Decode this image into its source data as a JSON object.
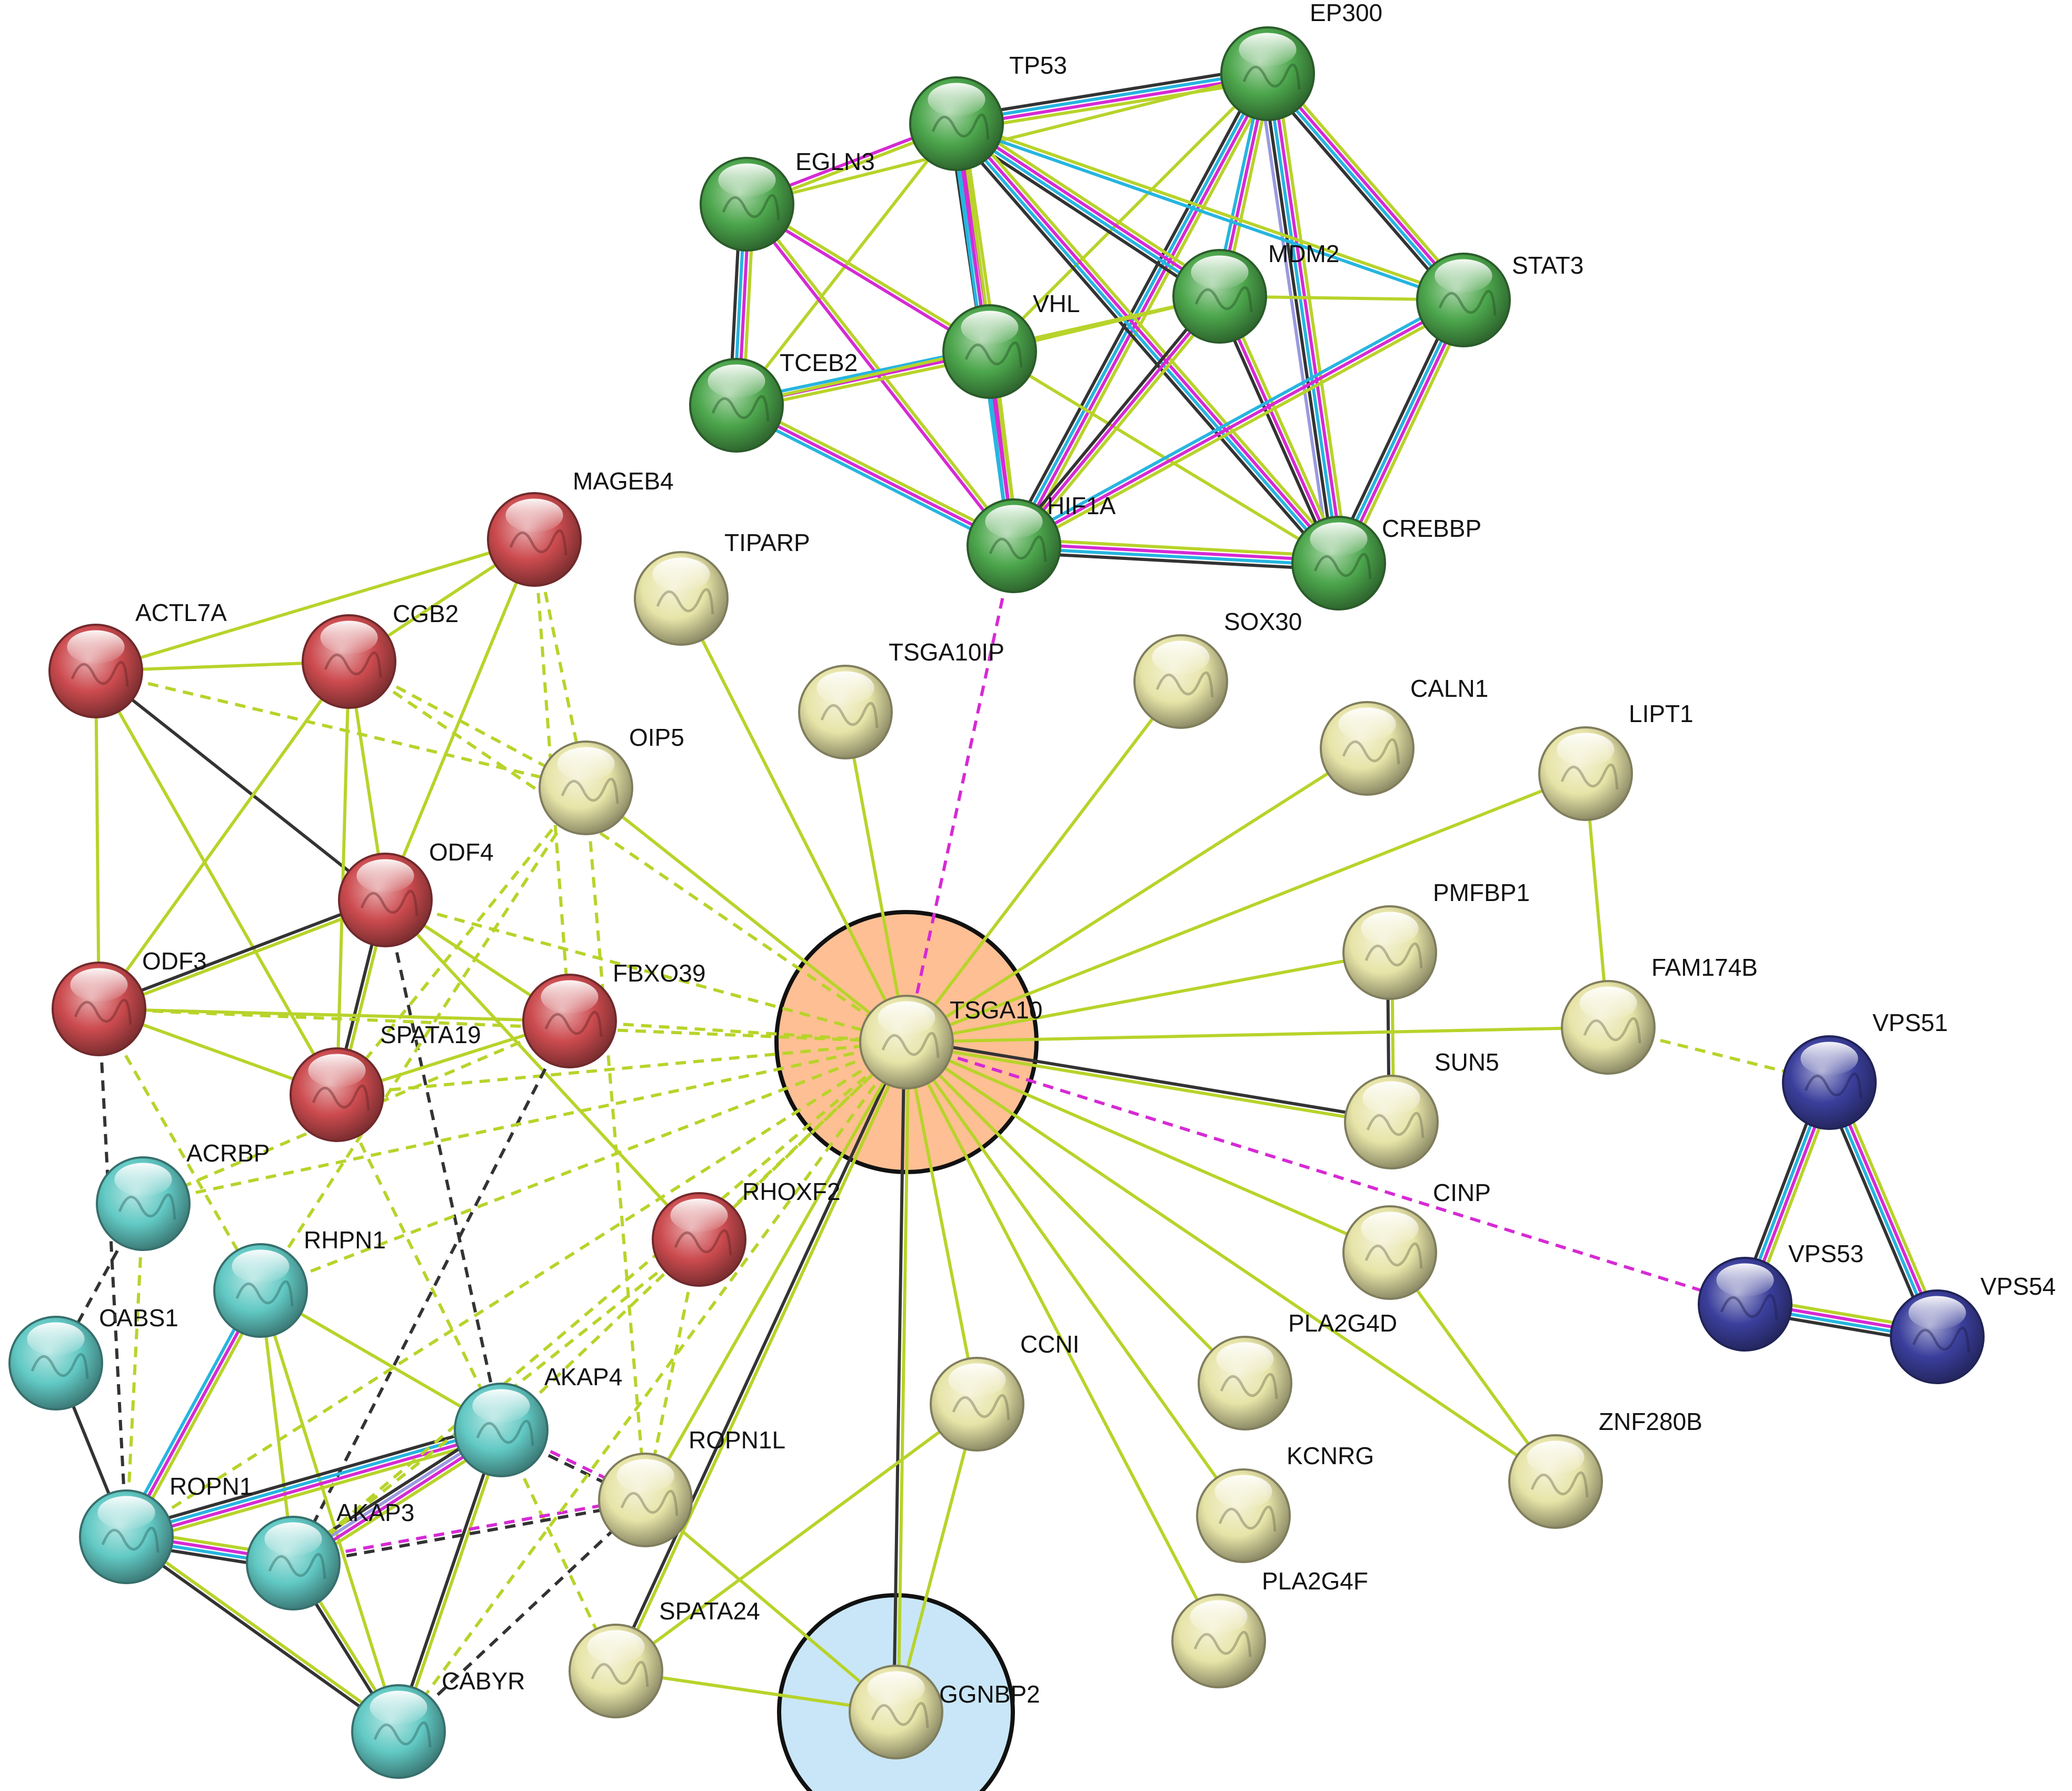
{
  "colors": {
    "green": "#4ca64c",
    "red": "#cc4b4f",
    "cyan": "#62c9c4",
    "yellow": "#e7e4a8",
    "navy": "#3b3f9c",
    "halo_orange": "#ffbf94",
    "halo_blue": "#c8e6f7",
    "edge_textmining": "#b8d32a",
    "edge_experimental": "#d62ad4",
    "edge_database": "#26b5e0",
    "edge_coexpression": "#333333",
    "edge_homology": "#9a9ae0"
  },
  "nodes": [
    {
      "id": "EP300",
      "label": "EP300",
      "color": "green"
    },
    {
      "id": "TP53",
      "label": "TP53",
      "color": "green"
    },
    {
      "id": "EGLN3",
      "label": "EGLN3",
      "color": "green"
    },
    {
      "id": "MDM2",
      "label": "MDM2",
      "color": "green"
    },
    {
      "id": "STAT3",
      "label": "STAT3",
      "color": "green"
    },
    {
      "id": "VHL",
      "label": "VHL",
      "color": "green"
    },
    {
      "id": "TCEB2",
      "label": "TCEB2",
      "color": "green"
    },
    {
      "id": "HIF1A",
      "label": "HIF1A",
      "color": "green"
    },
    {
      "id": "CREBBP",
      "label": "CREBBP",
      "color": "green"
    },
    {
      "id": "MAGEB4",
      "label": "MAGEB4",
      "color": "red"
    },
    {
      "id": "ACTL7A",
      "label": "ACTL7A",
      "color": "red"
    },
    {
      "id": "CGB2",
      "label": "CGB2",
      "color": "red"
    },
    {
      "id": "ODF4",
      "label": "ODF4",
      "color": "red"
    },
    {
      "id": "ODF3",
      "label": "ODF3",
      "color": "red"
    },
    {
      "id": "FBXO39",
      "label": "FBXO39",
      "color": "red"
    },
    {
      "id": "SPATA19",
      "label": "SPATA19",
      "color": "red"
    },
    {
      "id": "RHOXF2",
      "label": "RHOXF2",
      "color": "red"
    },
    {
      "id": "ACRBP",
      "label": "ACRBP",
      "color": "cyan"
    },
    {
      "id": "RHPN1",
      "label": "RHPN1",
      "color": "cyan"
    },
    {
      "id": "CABS1",
      "label": "CABS1",
      "color": "cyan"
    },
    {
      "id": "AKAP4",
      "label": "AKAP4",
      "color": "cyan"
    },
    {
      "id": "ROPN1",
      "label": "ROPN1",
      "color": "cyan"
    },
    {
      "id": "AKAP3",
      "label": "AKAP3",
      "color": "cyan"
    },
    {
      "id": "CABYR",
      "label": "CABYR",
      "color": "cyan"
    },
    {
      "id": "TIPARP",
      "label": "TIPARP",
      "color": "yellow"
    },
    {
      "id": "TSGA10IP",
      "label": "TSGA10IP",
      "color": "yellow"
    },
    {
      "id": "OIP5",
      "label": "OIP5",
      "color": "yellow"
    },
    {
      "id": "SOX30",
      "label": "SOX30",
      "color": "yellow"
    },
    {
      "id": "CALN1",
      "label": "CALN1",
      "color": "yellow"
    },
    {
      "id": "LIPT1",
      "label": "LIPT1",
      "color": "yellow"
    },
    {
      "id": "PMFBP1",
      "label": "PMFBP1",
      "color": "yellow"
    },
    {
      "id": "FAM174B",
      "label": "FAM174B",
      "color": "yellow"
    },
    {
      "id": "TSGA10",
      "label": "TSGA10",
      "color": "yellow",
      "halo": "orange"
    },
    {
      "id": "SUN5",
      "label": "SUN5",
      "color": "yellow"
    },
    {
      "id": "CINP",
      "label": "CINP",
      "color": "yellow"
    },
    {
      "id": "CCNI",
      "label": "CCNI",
      "color": "yellow"
    },
    {
      "id": "PLA2G4D",
      "label": "PLA2G4D",
      "color": "yellow"
    },
    {
      "id": "ROPN1L",
      "label": "ROPN1L",
      "color": "yellow"
    },
    {
      "id": "KCNRG",
      "label": "KCNRG",
      "color": "yellow"
    },
    {
      "id": "ZNF280B",
      "label": "ZNF280B",
      "color": "yellow"
    },
    {
      "id": "PLA2G4F",
      "label": "PLA2G4F",
      "color": "yellow"
    },
    {
      "id": "SPATA24",
      "label": "SPATA24",
      "color": "yellow"
    },
    {
      "id": "GGNBP2",
      "label": "GGNBP2",
      "color": "yellow",
      "halo": "blue"
    },
    {
      "id": "VPS51",
      "label": "VPS51",
      "color": "navy"
    },
    {
      "id": "VPS53",
      "label": "VPS53",
      "color": "navy"
    },
    {
      "id": "VPS54",
      "label": "VPS54",
      "color": "navy"
    }
  ],
  "edges": [
    {
      "s": "EP300",
      "t": "TP53",
      "types": [
        "textmining",
        "experimental",
        "database",
        "coexpression"
      ]
    },
    {
      "s": "EP300",
      "t": "STAT3",
      "types": [
        "textmining",
        "experimental",
        "database",
        "coexpression"
      ]
    },
    {
      "s": "EP300",
      "t": "CREBBP",
      "types": [
        "textmining",
        "experimental",
        "database",
        "coexpression",
        "homology"
      ]
    },
    {
      "s": "EP300",
      "t": "HIF1A",
      "types": [
        "textmining",
        "experimental",
        "database",
        "coexpression"
      ]
    },
    {
      "s": "EP300",
      "t": "MDM2",
      "types": [
        "textmining",
        "experimental",
        "database"
      ]
    },
    {
      "s": "EP300",
      "t": "VHL",
      "types": [
        "textmining"
      ]
    },
    {
      "s": "EP300",
      "t": "EGLN3",
      "types": [
        "textmining"
      ]
    },
    {
      "s": "TP53",
      "t": "EGLN3",
      "types": [
        "textmining",
        "experimental"
      ]
    },
    {
      "s": "TP53",
      "t": "VHL",
      "types": [
        "textmining",
        "experimental",
        "database",
        "coexpression"
      ]
    },
    {
      "s": "TP53",
      "t": "MDM2",
      "types": [
        "textmining",
        "experimental",
        "database",
        "coexpression"
      ]
    },
    {
      "s": "TP53",
      "t": "HIF1A",
      "types": [
        "textmining",
        "experimental",
        "database"
      ]
    },
    {
      "s": "TP53",
      "t": "CREBBP",
      "types": [
        "textmining",
        "experimental",
        "database",
        "coexpression"
      ]
    },
    {
      "s": "TP53",
      "t": "STAT3",
      "types": [
        "textmining",
        "database"
      ]
    },
    {
      "s": "TP53",
      "t": "TCEB2",
      "types": [
        "textmining"
      ]
    },
    {
      "s": "EGLN3",
      "t": "VHL",
      "types": [
        "textmining",
        "experimental"
      ]
    },
    {
      "s": "EGLN3",
      "t": "TCEB2",
      "types": [
        "textmining",
        "experimental",
        "database",
        "coexpression"
      ]
    },
    {
      "s": "EGLN3",
      "t": "HIF1A",
      "types": [
        "textmining",
        "experimental"
      ]
    },
    {
      "s": "VHL",
      "t": "TCEB2",
      "types": [
        "textmining",
        "experimental",
        "database"
      ]
    },
    {
      "s": "VHL",
      "t": "HIF1A",
      "types": [
        "textmining",
        "experimental",
        "database"
      ]
    },
    {
      "s": "VHL",
      "t": "MDM2",
      "types": [
        "textmining"
      ]
    },
    {
      "s": "VHL",
      "t": "CREBBP",
      "types": [
        "textmining"
      ]
    },
    {
      "s": "TCEB2",
      "t": "HIF1A",
      "types": [
        "textmining",
        "experimental",
        "database"
      ]
    },
    {
      "s": "TCEB2",
      "t": "MDM2",
      "types": [
        "textmining"
      ]
    },
    {
      "s": "MDM2",
      "t": "HIF1A",
      "types": [
        "textmining",
        "experimental",
        "coexpression"
      ]
    },
    {
      "s": "MDM2",
      "t": "CREBBP",
      "types": [
        "textmining",
        "experimental",
        "coexpression"
      ]
    },
    {
      "s": "MDM2",
      "t": "STAT3",
      "types": [
        "textmining"
      ]
    },
    {
      "s": "STAT3",
      "t": "HIF1A",
      "types": [
        "textmining",
        "experimental",
        "database"
      ]
    },
    {
      "s": "STAT3",
      "t": "CREBBP",
      "types": [
        "textmining",
        "experimental",
        "database",
        "coexpression"
      ]
    },
    {
      "s": "HIF1A",
      "t": "CREBBP",
      "types": [
        "textmining",
        "experimental",
        "database",
        "coexpression"
      ]
    },
    {
      "s": "HIF1A",
      "t": "TSGA10",
      "types": [
        "experimental"
      ],
      "dashed": true
    },
    {
      "s": "MAGEB4",
      "t": "CGB2",
      "types": [
        "textmining"
      ]
    },
    {
      "s": "MAGEB4",
      "t": "ODF4",
      "types": [
        "textmining"
      ]
    },
    {
      "s": "MAGEB4",
      "t": "OIP5",
      "types": [
        "textmining"
      ],
      "dashed": true
    },
    {
      "s": "MAGEB4",
      "t": "FBXO39",
      "types": [
        "textmining"
      ],
      "dashed": true
    },
    {
      "s": "ACTL7A",
      "t": "CGB2",
      "types": [
        "textmining"
      ]
    },
    {
      "s": "ACTL7A",
      "t": "MAGEB4",
      "types": [
        "textmining"
      ]
    },
    {
      "s": "ACTL7A",
      "t": "ODF4",
      "types": [
        "coexpression"
      ]
    },
    {
      "s": "ACTL7A",
      "t": "ODF3",
      "types": [
        "textmining"
      ]
    },
    {
      "s": "ACTL7A",
      "t": "SPATA19",
      "types": [
        "textmining"
      ]
    },
    {
      "s": "ACTL7A",
      "t": "OIP5",
      "types": [
        "textmining"
      ],
      "dashed": true
    },
    {
      "s": "CGB2",
      "t": "ODF4",
      "types": [
        "textmining"
      ]
    },
    {
      "s": "CGB2",
      "t": "ODF3",
      "types": [
        "textmining"
      ]
    },
    {
      "s": "CGB2",
      "t": "SPATA19",
      "types": [
        "textmining"
      ]
    },
    {
      "s": "CGB2",
      "t": "OIP5",
      "types": [
        "textmining"
      ],
      "dashed": true
    },
    {
      "s": "CGB2",
      "t": "TSGA10",
      "types": [
        "textmining"
      ],
      "dashed": true
    },
    {
      "s": "ODF4",
      "t": "ODF3",
      "types": [
        "textmining",
        "coexpression"
      ]
    },
    {
      "s": "ODF4",
      "t": "SPATA19",
      "types": [
        "textmining",
        "coexpression"
      ]
    },
    {
      "s": "ODF4",
      "t": "FBXO39",
      "types": [
        "textmining"
      ]
    },
    {
      "s": "ODF4",
      "t": "RHOXF2",
      "types": [
        "textmining"
      ]
    },
    {
      "s": "ODF4",
      "t": "AKAP4",
      "types": [
        "coexpression"
      ],
      "dashed": true
    },
    {
      "s": "ODF4",
      "t": "TSGA10",
      "types": [
        "textmining"
      ],
      "dashed": true
    },
    {
      "s": "ODF3",
      "t": "FBXO39",
      "types": [
        "textmining"
      ]
    },
    {
      "s": "ODF3",
      "t": "SPATA19",
      "types": [
        "textmining"
      ]
    },
    {
      "s": "ODF3",
      "t": "ROPN1",
      "types": [
        "coexpression"
      ],
      "dashed": true
    },
    {
      "s": "ODF3",
      "t": "TSGA10",
      "types": [
        "textmining"
      ],
      "dashed": true
    },
    {
      "s": "ODF3",
      "t": "RHPN1",
      "types": [
        "textmining"
      ],
      "dashed": true
    },
    {
      "s": "SPATA19",
      "t": "FBXO39",
      "types": [
        "textmining"
      ]
    },
    {
      "s": "SPATA19",
      "t": "TSGA10",
      "types": [
        "textmining"
      ],
      "dashed": true
    },
    {
      "s": "SPATA19",
      "t": "AKAP4",
      "types": [
        "textmining"
      ],
      "dashed": true
    },
    {
      "s": "FBXO39",
      "t": "TSGA10",
      "types": [
        "textmining"
      ],
      "dashed": true
    },
    {
      "s": "FBXO39",
      "t": "ACRBP",
      "types": [
        "textmining"
      ],
      "dashed": true
    },
    {
      "s": "FBXO39",
      "t": "AKAP3",
      "types": [
        "coexpression"
      ],
      "dashed": true
    },
    {
      "s": "OIP5",
      "t": "TSGA10",
      "types": [
        "textmining"
      ]
    },
    {
      "s": "OIP5",
      "t": "SPATA19",
      "types": [
        "textmining"
      ],
      "dashed": true
    },
    {
      "s": "OIP5",
      "t": "RHPN1",
      "types": [
        "textmining"
      ],
      "dashed": true
    },
    {
      "s": "OIP5",
      "t": "ROPN1L",
      "types": [
        "textmining"
      ],
      "dashed": true
    },
    {
      "s": "ACRBP",
      "t": "TSGA10",
      "types": [
        "textmining"
      ],
      "dashed": true
    },
    {
      "s": "ACRBP",
      "t": "CABS1",
      "types": [
        "coexpression"
      ],
      "dashed": true
    },
    {
      "s": "ACRBP",
      "t": "ROPN1",
      "types": [
        "textmining"
      ],
      "dashed": true
    },
    {
      "s": "RHPN1",
      "t": "TSGA10",
      "types": [
        "textmining"
      ],
      "dashed": true
    },
    {
      "s": "RHPN1",
      "t": "ROPN1",
      "types": [
        "textmining",
        "experimental",
        "database"
      ]
    },
    {
      "s": "RHPN1",
      "t": "AKAP3",
      "types": [
        "textmining"
      ]
    },
    {
      "s": "RHPN1",
      "t": "AKAP4",
      "types": [
        "textmining"
      ]
    },
    {
      "s": "RHPN1",
      "t": "CABYR",
      "types": [
        "textmining"
      ]
    },
    {
      "s": "CABS1",
      "t": "ROPN1",
      "types": [
        "coexpression"
      ]
    },
    {
      "s": "AKAP4",
      "t": "TSGA10",
      "types": [
        "textmining"
      ],
      "dashed": true
    },
    {
      "s": "AKAP4",
      "t": "ROPN1",
      "types": [
        "textmining",
        "experimental",
        "database",
        "coexpression"
      ]
    },
    {
      "s": "AKAP4",
      "t": "AKAP3",
      "types": [
        "textmining",
        "experimental",
        "homology",
        "coexpression"
      ]
    },
    {
      "s": "AKAP4",
      "t": "CABYR",
      "types": [
        "textmining",
        "coexpression"
      ]
    },
    {
      "s": "AKAP4",
      "t": "ROPN1L",
      "types": [
        "experimental",
        "coexpression"
      ],
      "dashed": true
    },
    {
      "s": "AKAP4",
      "t": "SPATA24",
      "types": [
        "textmining"
      ],
      "dashed": true
    },
    {
      "s": "ROPN1",
      "t": "AKAP3",
      "types": [
        "textmining",
        "experimental",
        "database",
        "coexpression"
      ]
    },
    {
      "s": "ROPN1",
      "t": "CABYR",
      "types": [
        "textmining",
        "coexpression"
      ]
    },
    {
      "s": "AKAP3",
      "t": "CABYR",
      "types": [
        "textmining",
        "coexpression"
      ]
    },
    {
      "s": "AKAP3",
      "t": "ROPN1L",
      "types": [
        "experimental",
        "coexpression"
      ],
      "dashed": true
    },
    {
      "s": "CABYR",
      "t": "ROPN1L",
      "types": [
        "coexpression"
      ],
      "dashed": true
    },
    {
      "s": "RHOXF2",
      "t": "TSGA10",
      "types": [
        "textmining"
      ],
      "dashed": true
    },
    {
      "s": "RHOXF2",
      "t": "AKAP3",
      "types": [
        "textmining"
      ],
      "dashed": true
    },
    {
      "s": "RHOXF2",
      "t": "ROPN1L",
      "types": [
        "textmining"
      ],
      "dashed": true
    },
    {
      "s": "TIPARP",
      "t": "TSGA10",
      "types": [
        "textmining"
      ]
    },
    {
      "s": "TSGA10IP",
      "t": "TSGA10",
      "types": [
        "textmining"
      ]
    },
    {
      "s": "SOX30",
      "t": "TSGA10",
      "types": [
        "textmining"
      ]
    },
    {
      "s": "CALN1",
      "t": "TSGA10",
      "types": [
        "textmining"
      ]
    },
    {
      "s": "LIPT1",
      "t": "TSGA10",
      "types": [
        "textmining"
      ]
    },
    {
      "s": "LIPT1",
      "t": "FAM174B",
      "types": [
        "textmining"
      ]
    },
    {
      "s": "PMFBP1",
      "t": "TSGA10",
      "types": [
        "textmining"
      ]
    },
    {
      "s": "PMFBP1",
      "t": "SUN5",
      "types": [
        "textmining",
        "coexpression"
      ]
    },
    {
      "s": "FAM174B",
      "t": "TSGA10",
      "types": [
        "textmining"
      ]
    },
    {
      "s": "FAM174B",
      "t": "VPS51",
      "types": [
        "textmining"
      ],
      "dashed": true
    },
    {
      "s": "SUN5",
      "t": "TSGA10",
      "types": [
        "textmining",
        "coexpression"
      ]
    },
    {
      "s": "CINP",
      "t": "TSGA10",
      "types": [
        "textmining"
      ]
    },
    {
      "s": "CINP",
      "t": "ZNF280B",
      "types": [
        "textmining"
      ]
    },
    {
      "s": "TSGA10",
      "t": "VPS53",
      "types": [
        "experimental"
      ],
      "dashed": true
    },
    {
      "s": "TSGA10",
      "t": "PLA2G4D",
      "types": [
        "textmining"
      ]
    },
    {
      "s": "TSGA10",
      "t": "KCNRG",
      "types": [
        "textmining"
      ]
    },
    {
      "s": "TSGA10",
      "t": "PLA2G4F",
      "types": [
        "textmining"
      ]
    },
    {
      "s": "TSGA10",
      "t": "ZNF280B",
      "types": [
        "textmining"
      ]
    },
    {
      "s": "TSGA10",
      "t": "CCNI",
      "types": [
        "textmining"
      ]
    },
    {
      "s": "TSGA10",
      "t": "GGNBP2",
      "types": [
        "textmining",
        "coexpression"
      ]
    },
    {
      "s": "TSGA10",
      "t": "SPATA24",
      "types": [
        "textmining",
        "coexpression"
      ]
    },
    {
      "s": "TSGA10",
      "t": "ROPN1L",
      "types": [
        "textmining"
      ]
    },
    {
      "s": "TSGA10",
      "t": "AKAP3",
      "types": [
        "textmining"
      ],
      "dashed": true
    },
    {
      "s": "TSGA10",
      "t": "ROPN1",
      "types": [
        "textmining"
      ],
      "dashed": true
    },
    {
      "s": "TSGA10",
      "t": "CABYR",
      "types": [
        "textmining"
      ],
      "dashed": true
    },
    {
      "s": "CCNI",
      "t": "GGNBP2",
      "types": [
        "textmining"
      ]
    },
    {
      "s": "CCNI",
      "t": "SPATA24",
      "types": [
        "textmining"
      ]
    },
    {
      "s": "SPATA24",
      "t": "GGNBP2",
      "types": [
        "textmining"
      ]
    },
    {
      "s": "ROPN1L",
      "t": "GGNBP2",
      "types": [
        "textmining"
      ]
    },
    {
      "s": "VPS51",
      "t": "VPS53",
      "types": [
        "textmining",
        "experimental",
        "database",
        "coexpression"
      ]
    },
    {
      "s": "VPS51",
      "t": "VPS54",
      "types": [
        "textmining",
        "experimental",
        "database",
        "coexpression"
      ]
    },
    {
      "s": "VPS53",
      "t": "VPS54",
      "types": [
        "textmining",
        "experimental",
        "database",
        "coexpression"
      ]
    }
  ]
}
